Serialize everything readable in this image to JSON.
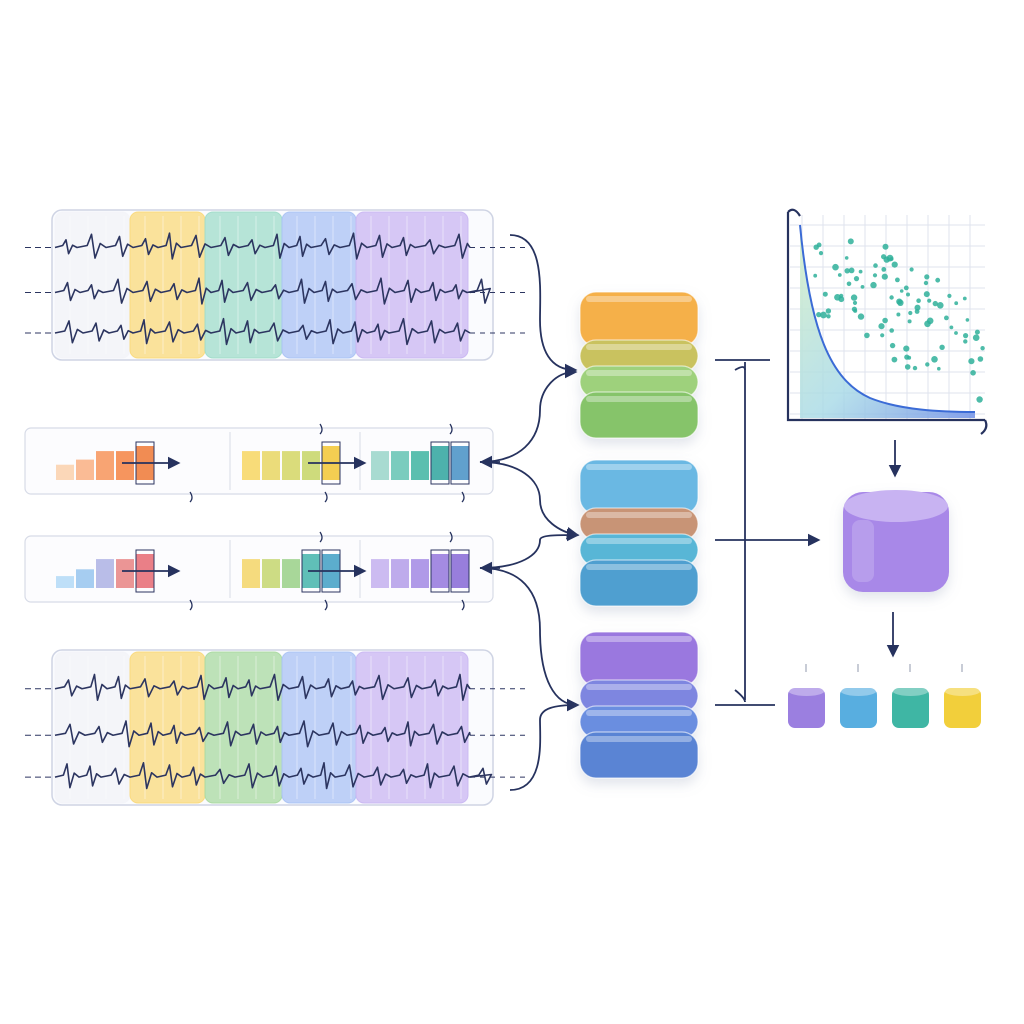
{
  "diagram": {
    "signal_panels": [
      {
        "id": "signal-panel-top",
        "segment_colors": [
          "#f3f4f8",
          "#f9d97a",
          "#9fdcc9",
          "#a9c2f4",
          "#c9b6f2"
        ]
      },
      {
        "id": "signal-panel-bottom",
        "segment_colors": [
          "#f3f4f8",
          "#f9d97a",
          "#a8d9a0",
          "#a9c2f4",
          "#c9b6f2"
        ]
      }
    ],
    "bar_rows": [
      {
        "id": "bar-row-warm",
        "groups": [
          {
            "colors": [
              "#fbd3b0",
              "#f9b48a",
              "#f79a64",
              "#f5894c",
              "#f08040"
            ],
            "levels": [
              0.45,
              0.6,
              0.85,
              0.85,
              1.0
            ]
          },
          {
            "colors": [
              "#f7d86a",
              "#e9d86b",
              "#d6d86d",
              "#c9d76e",
              "#f3c93f"
            ],
            "levels": [
              0.85,
              0.85,
              0.85,
              0.85,
              1.0
            ]
          },
          {
            "colors": [
              "#9ed7cc",
              "#6cc6b7",
              "#49b8a6",
              "#3aa9a3",
              "#5096c8"
            ],
            "levels": [
              0.85,
              0.85,
              0.85,
              1.0,
              1.0
            ]
          }
        ]
      },
      {
        "id": "bar-row-cool",
        "groups": [
          {
            "colors": [
              "#b7dcf7",
              "#9cc8f0",
              "#b1b6e6",
              "#e98a8a",
              "#e8717a"
            ],
            "levels": [
              0.35,
              0.55,
              0.85,
              0.85,
              1.0
            ]
          },
          {
            "colors": [
              "#f4d770",
              "#c8d877",
              "#9fd38e",
              "#4fb8b0",
              "#4aa4c8"
            ],
            "levels": [
              0.85,
              0.85,
              0.85,
              1.0,
              1.0
            ]
          },
          {
            "colors": [
              "#c7b4ef",
              "#b7a2ea",
              "#a78fe5",
              "#9a7edf",
              "#8d70d8"
            ],
            "levels": [
              0.85,
              0.85,
              0.85,
              1.0,
              1.0
            ]
          }
        ]
      }
    ],
    "stores": [
      {
        "id": "store-top",
        "layers": [
          "#f5b04a",
          "#c9c25e",
          "#9ed17b",
          "#86c46a"
        ]
      },
      {
        "id": "store-middle",
        "layers": [
          "#6ab8e3",
          "#c89476",
          "#58b6d6",
          "#4f9fd0"
        ]
      },
      {
        "id": "store-bottom",
        "layers": [
          "#9a78df",
          "#7e86e0",
          "#6a8ee0",
          "#5a84d4"
        ]
      }
    ],
    "aggregate_store": {
      "color": "#a888e8"
    },
    "output_tokens": [
      "#9b7fe0",
      "#58aee0",
      "#3fb6a4",
      "#f2cf3b"
    ],
    "colors": {
      "arrow": "#26325e",
      "wave": "#2c3560",
      "grid": "#dfe3ee",
      "scatter": "#2fb09a"
    }
  }
}
